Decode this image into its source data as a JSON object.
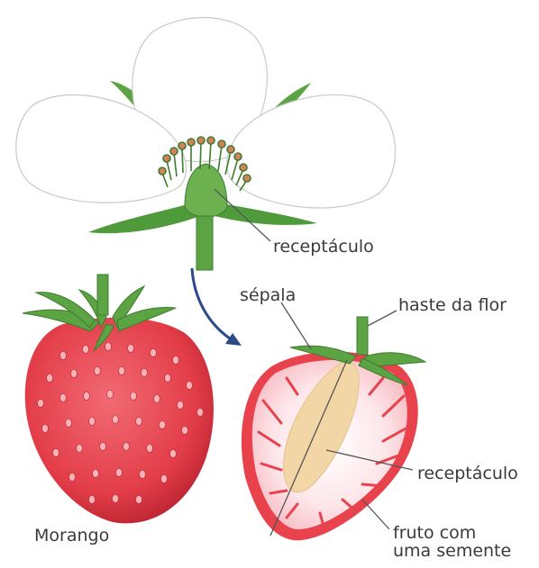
{
  "labels": {
    "flower_receptacle": "receptáculo",
    "sepal": "sépala",
    "flower_stem": "haste da flor",
    "fruit_receptacle": "receptáculo",
    "strawberry": "Morango",
    "fruit_line1": "fruto com",
    "fruit_line2": "uma semente"
  },
  "colors": {
    "petal": "#ffffff",
    "petal_outline": "#c9c9c9",
    "leaf_green": "#5ba343",
    "dark_green": "#3e7d2e",
    "stamen": "#d9805a",
    "strawberry_red": "#e8434d",
    "strawberry_dark": "#c52a36",
    "seed": "#f2a7ac",
    "flesh": "#fde4e7",
    "core": "#f2d6a6",
    "arrow": "#2b4a8a",
    "leader": "#555555"
  }
}
